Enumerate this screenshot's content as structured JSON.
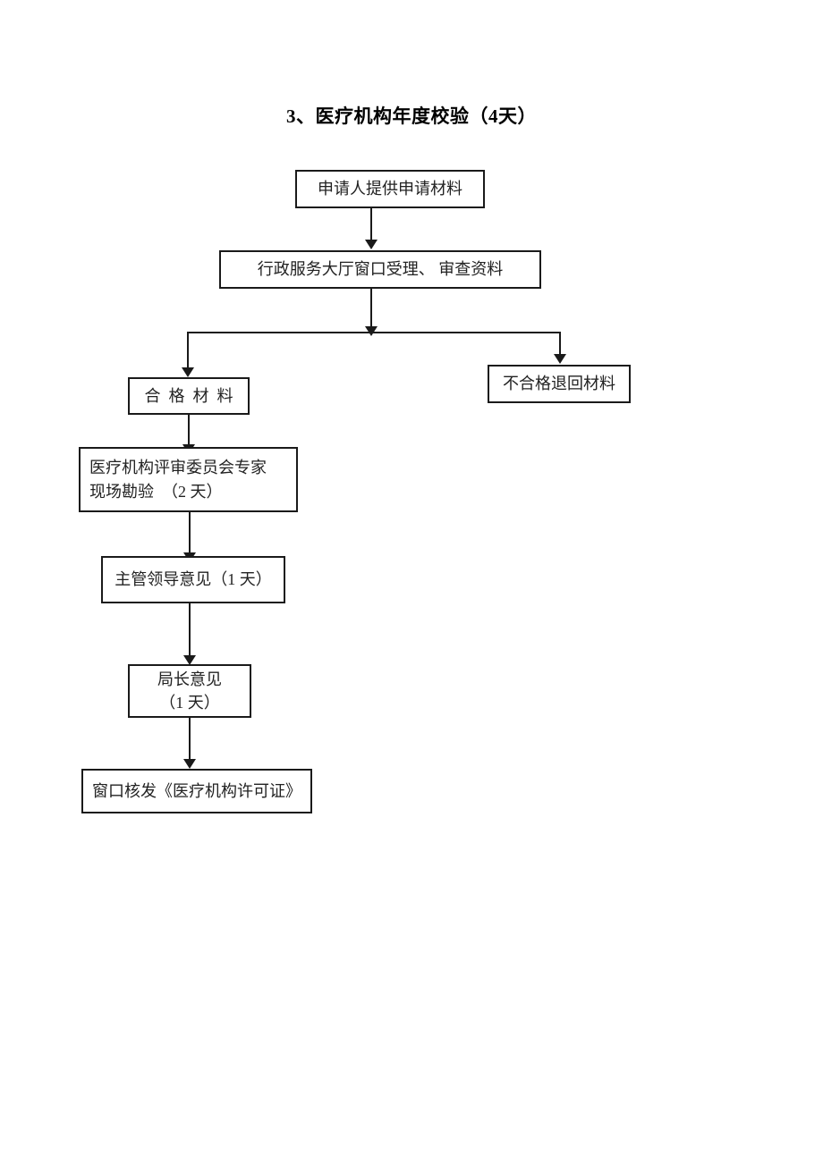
{
  "document": {
    "title": "3、医疗机构年度校验（4天）"
  },
  "flowchart": {
    "type": "flowchart",
    "orientation": "top-to-bottom",
    "nodes": [
      {
        "id": "apply",
        "label": "申请人提供申请材料",
        "lines": [
          "申请人提供申请材料"
        ]
      },
      {
        "id": "reception",
        "label": "行政服务大厅窗口受理、 审查资料",
        "lines": [
          "行政服务大厅窗口受理、 审查资料"
        ]
      },
      {
        "id": "qualified",
        "label": "合 格 材 料",
        "lines": [
          "合格材料"
        ]
      },
      {
        "id": "rejected",
        "label": "不合格退回材料",
        "lines": [
          "不合格退回材料"
        ]
      },
      {
        "id": "expert",
        "label": "医疗机构评审委员会专家现场勘验 （2 天）",
        "lines": [
          "医疗机构评审委员会专家",
          "现场勘验  （2 天）"
        ]
      },
      {
        "id": "leader",
        "label": "主管领导意见（1 天）",
        "lines": [
          "主管领导意见（1 天）"
        ]
      },
      {
        "id": "director",
        "label": "局长意见（1 天）",
        "lines": [
          "局长意见",
          "（1 天）"
        ]
      },
      {
        "id": "issue",
        "label": "窗口核发《医疗机构许可证》",
        "lines": [
          "窗口核发《医疗机构许可证》"
        ]
      }
    ],
    "edges": [
      {
        "from": "apply",
        "to": "reception",
        "label": ""
      },
      {
        "from": "reception",
        "to": "qualified",
        "label": ""
      },
      {
        "from": "reception",
        "to": "rejected",
        "label": ""
      },
      {
        "from": "qualified",
        "to": "expert",
        "label": ""
      },
      {
        "from": "expert",
        "to": "leader",
        "label": ""
      },
      {
        "from": "leader",
        "to": "director",
        "label": ""
      },
      {
        "from": "director",
        "to": "issue",
        "label": ""
      }
    ]
  },
  "colors": {
    "stroke": "#1a1a1a",
    "text": "#222222",
    "background": "#ffffff"
  }
}
